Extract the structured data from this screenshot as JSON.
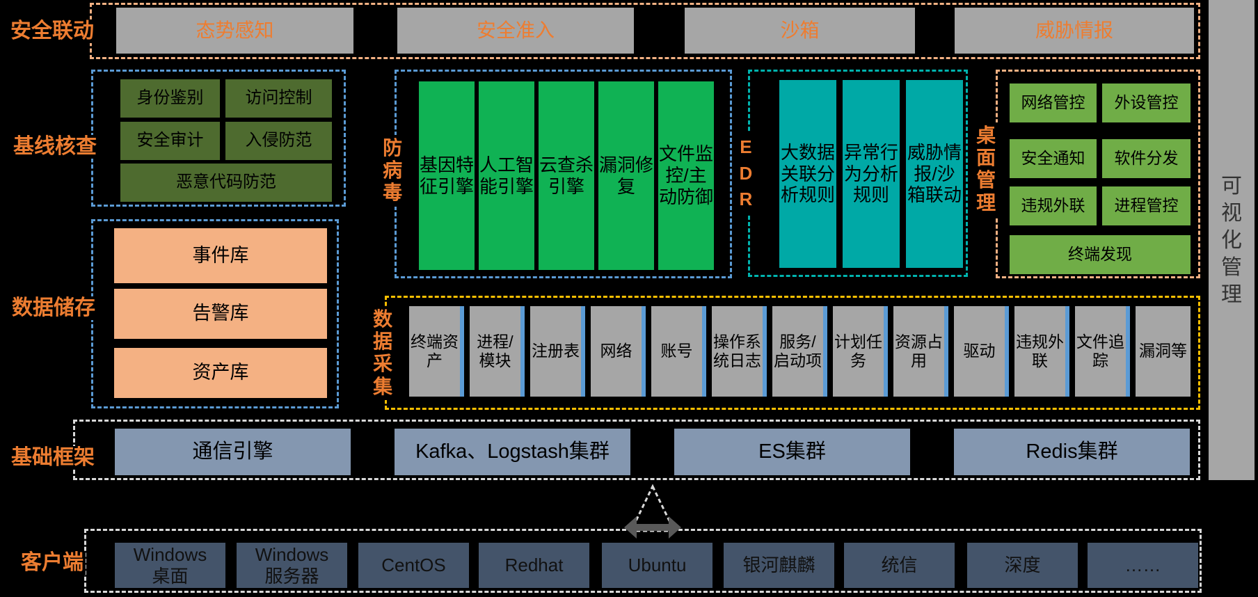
{
  "palette": {
    "background": "#000000",
    "accent_orange": "#ED7D31",
    "peach_border": "#F4B183",
    "blue_border": "#5B9BD5",
    "teal": "#00A9A6",
    "yellow_border": "#FFC000",
    "bright_green": "#10B254",
    "dark_green": "#4E6B2F",
    "light_green": "#70AD47",
    "gray_box": "#A6A6A6",
    "slate_box": "#8497B0",
    "navy_box": "#44546A"
  },
  "labels": {
    "linkage": "安全联动",
    "baseline": "基线核查",
    "datastore": "数据储存",
    "framework": "基础框架",
    "clients": "客户端",
    "antivirus": "防病毒",
    "edr": "EDR",
    "desktop": "桌面管理",
    "collect": "数据采集",
    "visual": "可视化管理"
  },
  "linkage": {
    "items": [
      "态势感知",
      "安全准入",
      "沙箱",
      "威胁情报"
    ]
  },
  "baseline": {
    "items": [
      "身份鉴别",
      "访问控制",
      "安全审计",
      "入侵防范",
      "恶意代码防范"
    ]
  },
  "datastore": {
    "items": [
      "事件库",
      "告警库",
      "资产库"
    ]
  },
  "antivirus": {
    "items": [
      "基因特征引擎",
      "人工智能引擎",
      "云查杀引擎",
      "漏洞修复",
      "文件监控/主动防御"
    ]
  },
  "edr": {
    "items": [
      "大数据关联分析规则",
      "异常行为分析规则",
      "威胁情报/沙箱联动"
    ]
  },
  "desktop": {
    "items": [
      "网络管控",
      "外设管控",
      "安全通知",
      "软件分发",
      "违规外联",
      "进程管控",
      "终端发现"
    ]
  },
  "collect": {
    "items": [
      "终端资产",
      "进程/模块",
      "注册表",
      "网络",
      "账号",
      "操作系统日志",
      "服务/启动项",
      "计划任务",
      "资源占用",
      "驱动",
      "违规外联",
      "文件追踪",
      "漏洞等"
    ]
  },
  "framework": {
    "items": [
      "通信引擎",
      "Kafka、Logstash集群",
      "ES集群",
      "Redis集群"
    ]
  },
  "clients": {
    "items": [
      "Windows\n桌面",
      "Windows\n服务器",
      "CentOS",
      "Redhat",
      "Ubuntu",
      "银河麒麟",
      "统信",
      "深度",
      "……"
    ]
  }
}
